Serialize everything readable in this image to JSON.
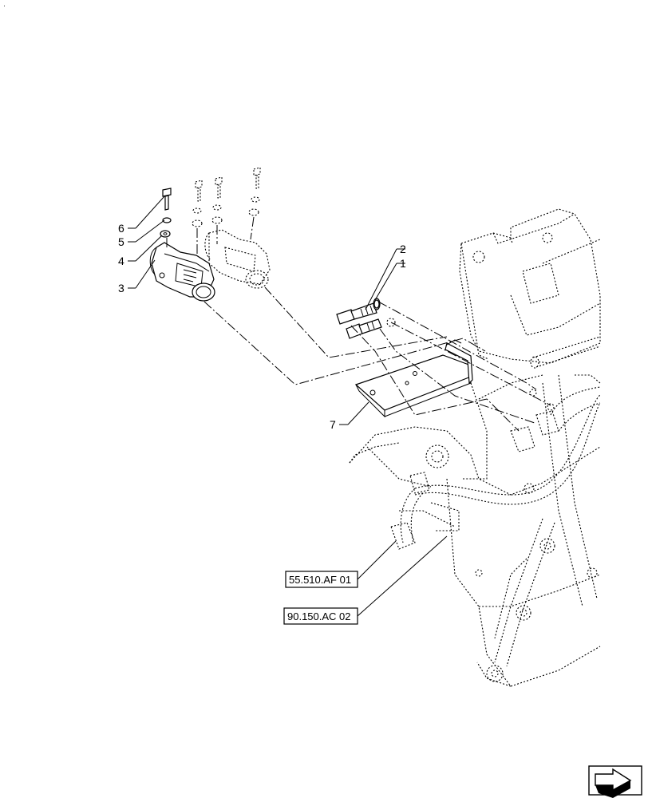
{
  "corner_mark": "·",
  "callouts": [
    {
      "id": "1",
      "label": "1"
    },
    {
      "id": "2",
      "label": "2"
    },
    {
      "id": "3",
      "label": "3"
    },
    {
      "id": "4",
      "label": "4"
    },
    {
      "id": "5",
      "label": "5"
    },
    {
      "id": "6",
      "label": "6"
    },
    {
      "id": "7",
      "label": "7"
    }
  ],
  "references": [
    {
      "id": "ref1",
      "label": "55.510.AF 01"
    },
    {
      "id": "ref2",
      "label": "90.150.AC 02"
    }
  ],
  "nav_icon": "arrow-icon"
}
